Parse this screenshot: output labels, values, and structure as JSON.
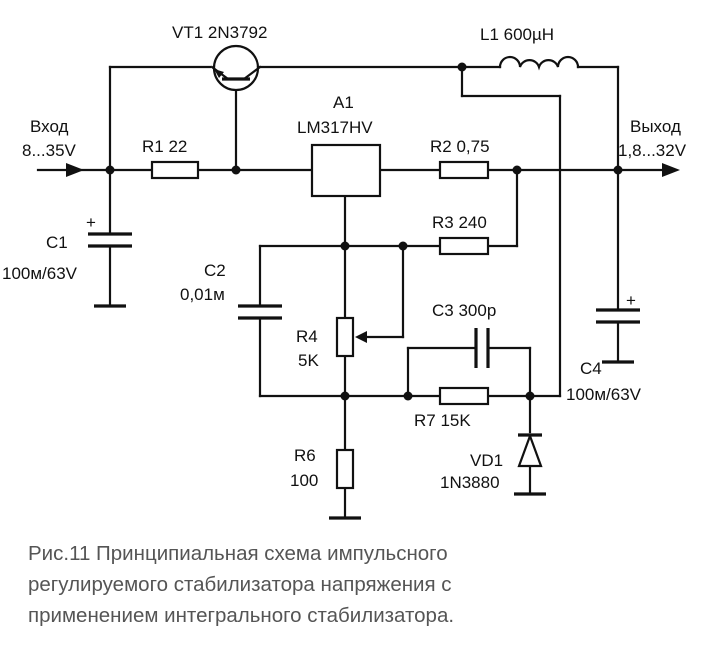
{
  "components": {
    "vt1": "VT1 2N3792",
    "l1": "L1 600µH",
    "a1_ref": "A1",
    "a1_part": "LM317HV",
    "r1": "R1 22",
    "r2": "R2 0,75",
    "r3": "R3 240",
    "c1_ref": "C1",
    "c1_val": "100м/63V",
    "c2_ref": "C2",
    "c2_val": "0,01м",
    "r4_ref": "R4",
    "r4_val": "5K",
    "c3": "C3 300p",
    "r7": "R7 15K",
    "r6_ref": "R6",
    "r6_val": "100",
    "vd1_ref": "VD1",
    "vd1_part": "1N3880",
    "c4_ref": "C4",
    "c4_val": "100м/63V",
    "plus": "+"
  },
  "terminals": {
    "input_label": "Вход",
    "input_range": "8...35V",
    "output_label": "Выход",
    "output_range": "1,8...32V"
  },
  "caption": {
    "line1": "Рис.11 Принципиальная схема импульсного",
    "line2": "регулируемого стабилизатора напряжения с",
    "line3": "применением интегрального стабилизатора."
  }
}
